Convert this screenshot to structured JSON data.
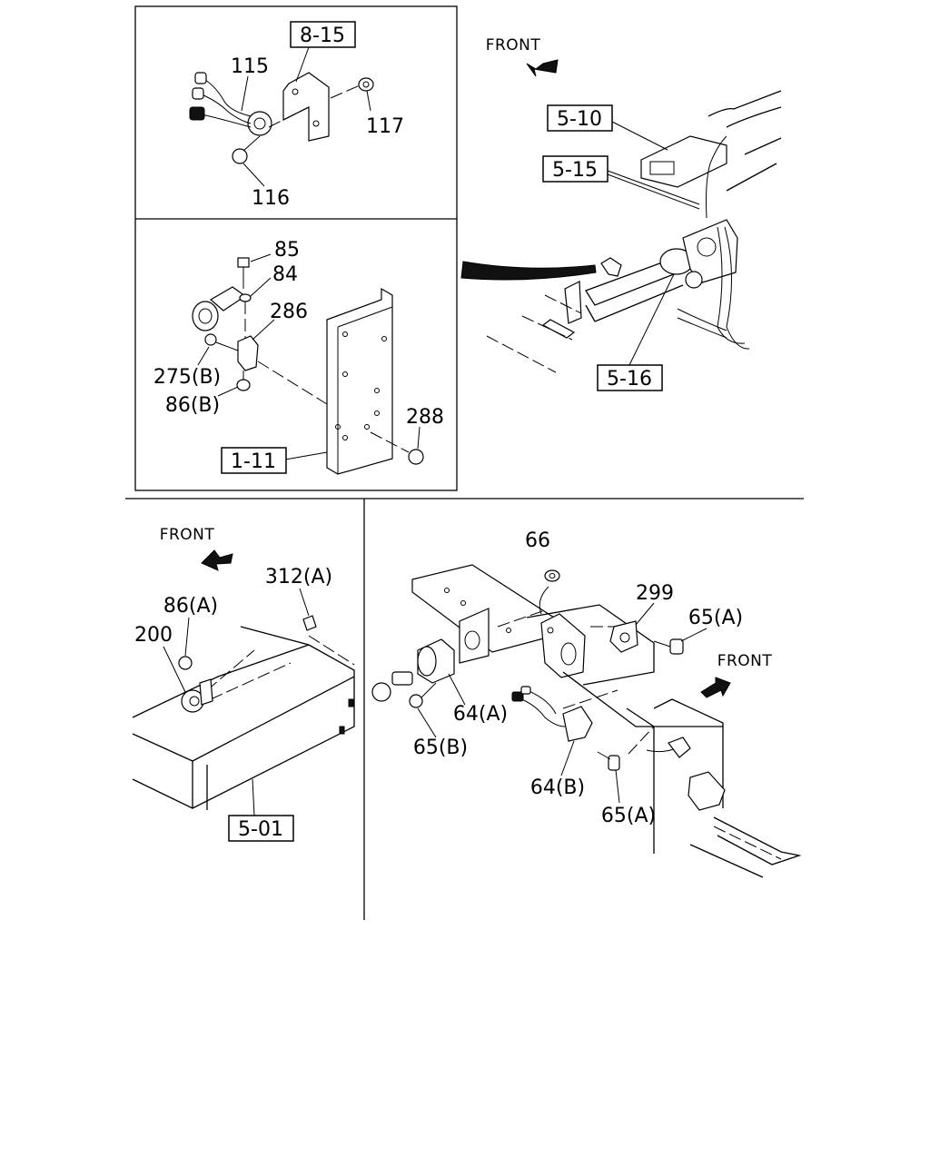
{
  "panels": {
    "top_left_upper": {
      "ref": "8-15",
      "parts": [
        "115",
        "116",
        "117"
      ]
    },
    "top_left_lower": {
      "ref": "1-11",
      "parts": [
        "85",
        "84",
        "286",
        "275(B)",
        "86(B)",
        "288"
      ]
    },
    "top_right": {
      "front_label": "FRONT",
      "refs": [
        "5-10",
        "5-15",
        "5-16"
      ]
    },
    "bottom_left": {
      "front_label": "FRONT",
      "ref": "5-01",
      "parts": [
        "312(A)",
        "86(A)",
        "200"
      ]
    },
    "bottom_right": {
      "front_label": "FRONT",
      "parts": [
        "66",
        "299",
        "65(A)",
        "64(A)",
        "65(B)",
        "64(B)",
        "65(A)"
      ]
    }
  },
  "icons": [
    "front-arrow-icon"
  ]
}
